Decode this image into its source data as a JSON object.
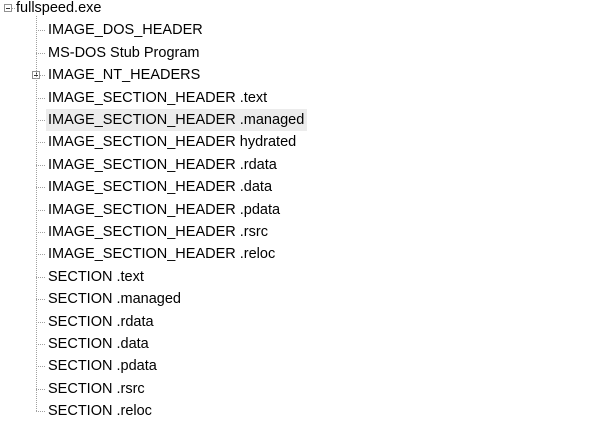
{
  "tree": {
    "root": {
      "label": "fullspeed.exe",
      "state": "expanded",
      "toggle_icon": "minus-box-icon"
    },
    "children": [
      {
        "label": "IMAGE_DOS_HEADER",
        "expandable": false
      },
      {
        "label": "MS-DOS Stub Program",
        "expandable": false
      },
      {
        "label": "IMAGE_NT_HEADERS",
        "expandable": true,
        "state": "collapsed",
        "toggle_icon": "plus-box-icon"
      },
      {
        "label": "IMAGE_SECTION_HEADER .text",
        "expandable": false
      },
      {
        "label": "IMAGE_SECTION_HEADER .managed",
        "expandable": false,
        "hovered": true
      },
      {
        "label": "IMAGE_SECTION_HEADER hydrated",
        "expandable": false
      },
      {
        "label": "IMAGE_SECTION_HEADER .rdata",
        "expandable": false
      },
      {
        "label": "IMAGE_SECTION_HEADER .data",
        "expandable": false
      },
      {
        "label": "IMAGE_SECTION_HEADER .pdata",
        "expandable": false
      },
      {
        "label": "IMAGE_SECTION_HEADER .rsrc",
        "expandable": false
      },
      {
        "label": "IMAGE_SECTION_HEADER .reloc",
        "expandable": false
      },
      {
        "label": "SECTION .text",
        "expandable": false
      },
      {
        "label": "SECTION .managed",
        "expandable": false
      },
      {
        "label": "SECTION .rdata",
        "expandable": false
      },
      {
        "label": "SECTION .data",
        "expandable": false
      },
      {
        "label": "SECTION .pdata",
        "expandable": false
      },
      {
        "label": "SECTION .rsrc",
        "expandable": false
      },
      {
        "label": "SECTION .reloc",
        "expandable": false
      }
    ]
  },
  "colors": {
    "text": "#000000",
    "hover_background": "#ececec",
    "connector": "#a0a0a0",
    "toggle_border": "#919191"
  }
}
